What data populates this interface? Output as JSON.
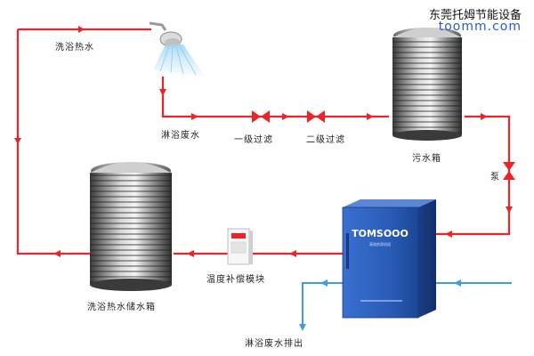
{
  "brand": {
    "name": "东莞托姆节能设备",
    "url": "toomm.com"
  },
  "labels": {
    "shower_hot_water": "洗浴热水",
    "shower_waste_water": "淋浴废水",
    "primary_filter": "一级过滤",
    "secondary_filter": "二级过滤",
    "sewage_tank": "污水箱",
    "pump": "泵",
    "temp_compensation": "温度补偿模块",
    "hot_water_tank": "洗浴热水储水箱",
    "waste_water_discharge": "淋浴废水排出"
  },
  "heat_pump": {
    "brand": "TOMSOOO",
    "sub": "高效热泵机组"
  },
  "colors": {
    "hot_pipe": "#e8262a",
    "cold_pipe": "#3d9be0",
    "unit_body": "#2a5db8",
    "valve": "#e8262a"
  }
}
